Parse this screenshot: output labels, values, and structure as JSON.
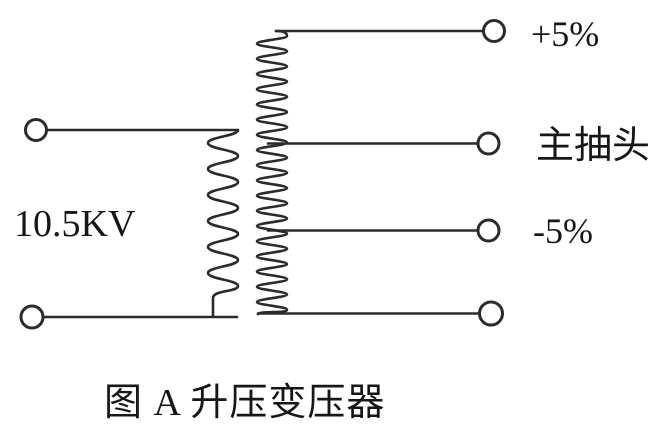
{
  "figure": {
    "caption": "图 A 升压变压器",
    "type_hint": "step-up-transformer-schematic"
  },
  "primary_side": {
    "voltage_label": "10.5KV",
    "terminals": [
      {
        "name": "primary-top-terminal"
      },
      {
        "name": "primary-bottom-terminal"
      }
    ],
    "winding": "primary-winding-coil"
  },
  "secondary_side": {
    "winding": "secondary-winding-coil",
    "taps": [
      {
        "label": "+5%",
        "terminal": "tap-plus5-terminal"
      },
      {
        "label": "主抽头",
        "terminal": "tap-main-terminal"
      },
      {
        "label": "-5%",
        "terminal": "tap-minus5-terminal"
      },
      {
        "label": "",
        "terminal": "secondary-bottom-terminal"
      }
    ]
  },
  "colors": {
    "background": "#ffffff",
    "stroke": "#2b2b2b",
    "text": "#161616"
  }
}
